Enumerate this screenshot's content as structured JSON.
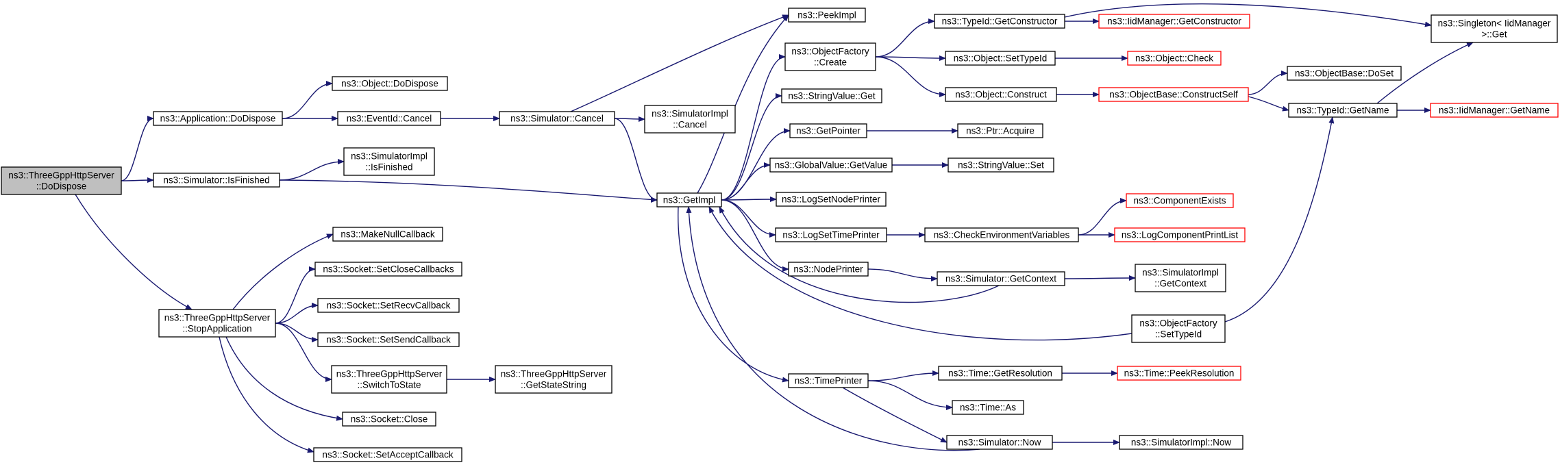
{
  "colors": {
    "edge": "#191970",
    "node_border": "#000000",
    "node_border_truncated": "#ff0000",
    "root_fill": "#bfbfbf",
    "node_fill": "#ffffff"
  },
  "nodes": [
    {
      "id": "root",
      "lines": [
        "ns3::ThreeGppHttpServer",
        "::DoDispose"
      ],
      "style": "root"
    },
    {
      "id": "appDoDispose",
      "lines": [
        "ns3::Application::DoDispose"
      ],
      "style": "normal"
    },
    {
      "id": "simIsFinished",
      "lines": [
        "ns3::Simulator::IsFinished"
      ],
      "style": "normal"
    },
    {
      "id": "stopApp",
      "lines": [
        "ns3::ThreeGppHttpServer",
        "::StopApplication"
      ],
      "style": "normal"
    },
    {
      "id": "objDoDispose",
      "lines": [
        "ns3::Object::DoDispose"
      ],
      "style": "normal"
    },
    {
      "id": "eventCancel",
      "lines": [
        "ns3::EventId::Cancel"
      ],
      "style": "normal"
    },
    {
      "id": "simImplIsFinished",
      "lines": [
        "ns3::SimulatorImpl",
        "::IsFinished"
      ],
      "style": "normal"
    },
    {
      "id": "makeNullCb",
      "lines": [
        "ns3::MakeNullCallback"
      ],
      "style": "normal"
    },
    {
      "id": "setCloseCb",
      "lines": [
        "ns3::Socket::SetCloseCallbacks"
      ],
      "style": "normal"
    },
    {
      "id": "setRecvCb",
      "lines": [
        "ns3::Socket::SetRecvCallback"
      ],
      "style": "normal"
    },
    {
      "id": "setSendCb",
      "lines": [
        "ns3::Socket::SetSendCallback"
      ],
      "style": "normal"
    },
    {
      "id": "switchToState",
      "lines": [
        "ns3::ThreeGppHttpServer",
        "::SwitchToState"
      ],
      "style": "normal"
    },
    {
      "id": "sockClose",
      "lines": [
        "ns3::Socket::Close"
      ],
      "style": "normal"
    },
    {
      "id": "setAcceptCb",
      "lines": [
        "ns3::Socket::SetAcceptCallback"
      ],
      "style": "normal"
    },
    {
      "id": "simCancel",
      "lines": [
        "ns3::Simulator::Cancel"
      ],
      "style": "normal"
    },
    {
      "id": "getStateString",
      "lines": [
        "ns3::ThreeGppHttpServer",
        "::GetStateString"
      ],
      "style": "normal"
    },
    {
      "id": "simImplCancel",
      "lines": [
        "ns3::SimulatorImpl",
        "::Cancel"
      ],
      "style": "normal"
    },
    {
      "id": "getImpl",
      "lines": [
        "ns3::GetImpl"
      ],
      "style": "normal"
    },
    {
      "id": "peekImpl",
      "lines": [
        "ns3::PeekImpl"
      ],
      "style": "normal"
    },
    {
      "id": "objFactoryCreate",
      "lines": [
        "ns3::ObjectFactory",
        "::Create"
      ],
      "style": "normal"
    },
    {
      "id": "stringValueGet",
      "lines": [
        "ns3::StringValue::Get"
      ],
      "style": "normal"
    },
    {
      "id": "getPointer",
      "lines": [
        "ns3::GetPointer"
      ],
      "style": "normal"
    },
    {
      "id": "globalValueGet",
      "lines": [
        "ns3::GlobalValue::GetValue"
      ],
      "style": "normal"
    },
    {
      "id": "logSetNodePrinter",
      "lines": [
        "ns3::LogSetNodePrinter"
      ],
      "style": "normal"
    },
    {
      "id": "logSetTimePrinter",
      "lines": [
        "ns3::LogSetTimePrinter"
      ],
      "style": "normal"
    },
    {
      "id": "nodePrinter",
      "lines": [
        "ns3::NodePrinter"
      ],
      "style": "normal"
    },
    {
      "id": "timePrinter",
      "lines": [
        "ns3::TimePrinter"
      ],
      "style": "normal"
    },
    {
      "id": "typeIdGetCtor",
      "lines": [
        "ns3::TypeId::GetConstructor"
      ],
      "style": "normal"
    },
    {
      "id": "objSetTypeId",
      "lines": [
        "ns3::Object::SetTypeId"
      ],
      "style": "normal"
    },
    {
      "id": "objConstruct",
      "lines": [
        "ns3::Object::Construct"
      ],
      "style": "normal"
    },
    {
      "id": "ptrAcquire",
      "lines": [
        "ns3::Ptr::Acquire"
      ],
      "style": "normal"
    },
    {
      "id": "stringValueSet",
      "lines": [
        "ns3::StringValue::Set"
      ],
      "style": "normal"
    },
    {
      "id": "checkEnvVars",
      "lines": [
        "ns3::CheckEnvironmentVariables"
      ],
      "style": "normal"
    },
    {
      "id": "simGetContext",
      "lines": [
        "ns3::Simulator::GetContext"
      ],
      "style": "normal"
    },
    {
      "id": "timeGetRes",
      "lines": [
        "ns3::Time::GetResolution"
      ],
      "style": "normal"
    },
    {
      "id": "timeAs",
      "lines": [
        "ns3::Time::As"
      ],
      "style": "normal"
    },
    {
      "id": "simNow",
      "lines": [
        "ns3::Simulator::Now"
      ],
      "style": "normal"
    },
    {
      "id": "iidGetCtor",
      "lines": [
        "ns3::IidManager::GetConstructor"
      ],
      "style": "truncated"
    },
    {
      "id": "objCheck",
      "lines": [
        "ns3::Object::Check"
      ],
      "style": "truncated"
    },
    {
      "id": "constructSelf",
      "lines": [
        "ns3::ObjectBase::ConstructSelf"
      ],
      "style": "truncated"
    },
    {
      "id": "componentExists",
      "lines": [
        "ns3::ComponentExists"
      ],
      "style": "truncated"
    },
    {
      "id": "logCompPrintList",
      "lines": [
        "ns3::LogComponentPrintList"
      ],
      "style": "truncated"
    },
    {
      "id": "simImplGetContext",
      "lines": [
        "ns3::SimulatorImpl",
        "::GetContext"
      ],
      "style": "normal"
    },
    {
      "id": "objFactorySetTypeId",
      "lines": [
        "ns3::ObjectFactory",
        "::SetTypeId"
      ],
      "style": "normal"
    },
    {
      "id": "timePeekRes",
      "lines": [
        "ns3::Time::PeekResolution"
      ],
      "style": "truncated"
    },
    {
      "id": "simImplNow",
      "lines": [
        "ns3::SimulatorImpl::Now"
      ],
      "style": "normal"
    },
    {
      "id": "objBaseDoSet",
      "lines": [
        "ns3::ObjectBase::DoSet"
      ],
      "style": "normal"
    },
    {
      "id": "typeIdGetName",
      "lines": [
        "ns3::TypeId::GetName"
      ],
      "style": "normal"
    },
    {
      "id": "singletonGet",
      "lines": [
        "ns3::Singleton< IidManager",
        ">::Get"
      ],
      "style": "normal"
    },
    {
      "id": "iidGetName",
      "lines": [
        "ns3::IidManager::GetName"
      ],
      "style": "truncated"
    }
  ],
  "edges": [
    [
      "root",
      "appDoDispose"
    ],
    [
      "root",
      "simIsFinished"
    ],
    [
      "root",
      "stopApp"
    ],
    [
      "appDoDispose",
      "objDoDispose"
    ],
    [
      "appDoDispose",
      "eventCancel"
    ],
    [
      "simIsFinished",
      "simImplIsFinished"
    ],
    [
      "simIsFinished",
      "getImpl"
    ],
    [
      "eventCancel",
      "simCancel"
    ],
    [
      "simCancel",
      "simImplCancel"
    ],
    [
      "simCancel",
      "getImpl"
    ],
    [
      "simCancel",
      "peekImpl"
    ],
    [
      "stopApp",
      "makeNullCb"
    ],
    [
      "stopApp",
      "setCloseCb"
    ],
    [
      "stopApp",
      "setRecvCb"
    ],
    [
      "stopApp",
      "setSendCb"
    ],
    [
      "stopApp",
      "switchToState"
    ],
    [
      "stopApp",
      "sockClose"
    ],
    [
      "stopApp",
      "setAcceptCb"
    ],
    [
      "switchToState",
      "getStateString"
    ],
    [
      "getImpl",
      "peekImpl"
    ],
    [
      "getImpl",
      "objFactoryCreate"
    ],
    [
      "getImpl",
      "stringValueGet"
    ],
    [
      "getImpl",
      "getPointer"
    ],
    [
      "getImpl",
      "globalValueGet"
    ],
    [
      "getImpl",
      "logSetNodePrinter"
    ],
    [
      "getImpl",
      "logSetTimePrinter"
    ],
    [
      "getImpl",
      "nodePrinter"
    ],
    [
      "getImpl",
      "timePrinter"
    ],
    [
      "objFactoryCreate",
      "typeIdGetCtor"
    ],
    [
      "objFactoryCreate",
      "objSetTypeId"
    ],
    [
      "objFactoryCreate",
      "objConstruct"
    ],
    [
      "getPointer",
      "ptrAcquire"
    ],
    [
      "globalValueGet",
      "stringValueSet"
    ],
    [
      "logSetTimePrinter",
      "checkEnvVars"
    ],
    [
      "nodePrinter",
      "simGetContext"
    ],
    [
      "timePrinter",
      "timeGetRes"
    ],
    [
      "timePrinter",
      "timeAs"
    ],
    [
      "timePrinter",
      "simNow"
    ],
    [
      "typeIdGetCtor",
      "iidGetCtor"
    ],
    [
      "typeIdGetCtor",
      "singletonGet"
    ],
    [
      "objSetTypeId",
      "objCheck"
    ],
    [
      "objConstruct",
      "constructSelf"
    ],
    [
      "checkEnvVars",
      "componentExists"
    ],
    [
      "checkEnvVars",
      "logCompPrintList"
    ],
    [
      "simGetContext",
      "simImplGetContext"
    ],
    [
      "simGetContext",
      "getImpl"
    ],
    [
      "objFactorySetTypeId",
      "getImpl"
    ],
    [
      "objFactorySetTypeId",
      "typeIdGetName"
    ],
    [
      "timeGetRes",
      "timePeekRes"
    ],
    [
      "simNow",
      "simImplNow"
    ],
    [
      "simNow",
      "getImpl"
    ],
    [
      "constructSelf",
      "objBaseDoSet"
    ],
    [
      "constructSelf",
      "typeIdGetName"
    ],
    [
      "typeIdGetName",
      "singletonGet"
    ],
    [
      "typeIdGetName",
      "iidGetName"
    ]
  ]
}
